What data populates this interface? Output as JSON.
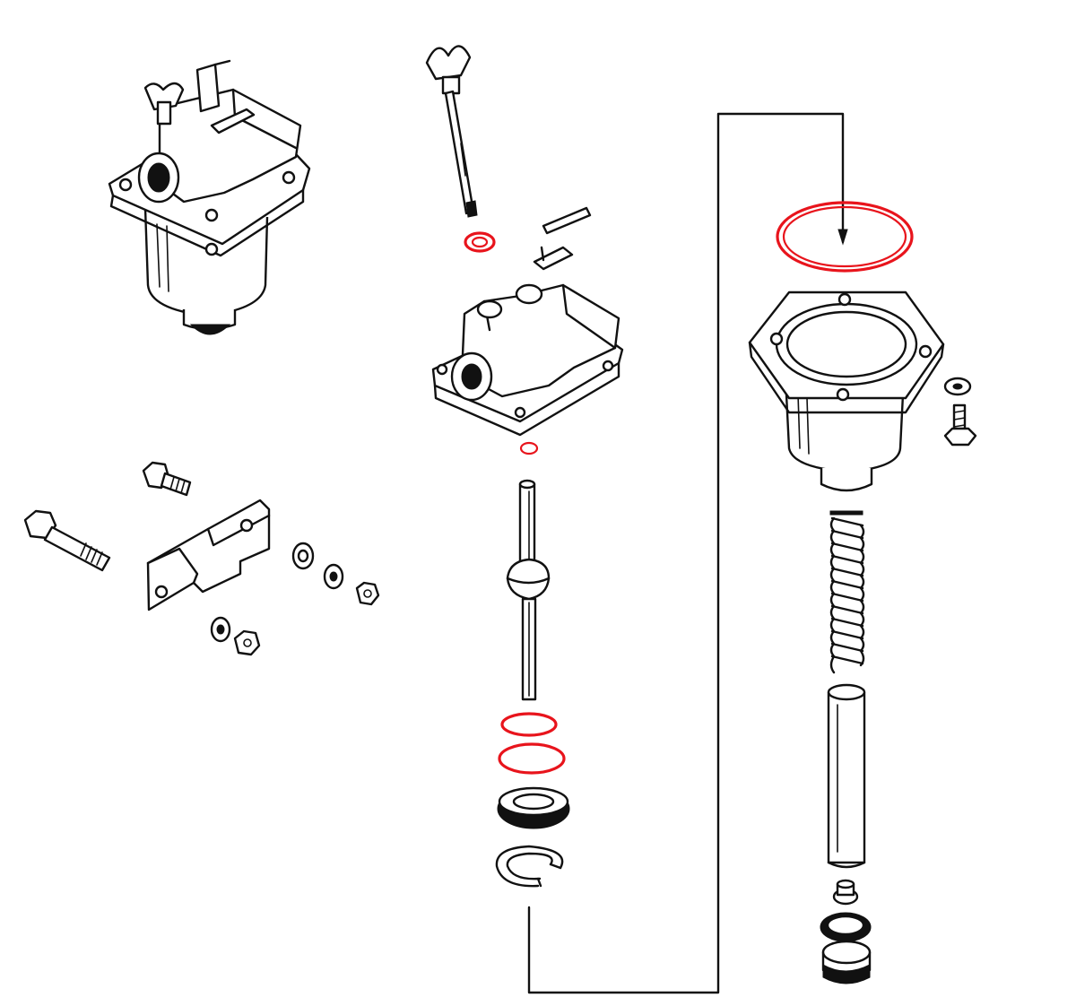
{
  "colors": {
    "line_art": "#111111",
    "seal_highlight": "#e8141c",
    "background": "#ffffff"
  },
  "highlighted_parts": [
    "seal-ring",
    "o-ring",
    "o-ring",
    "o-ring",
    "o-ring"
  ]
}
